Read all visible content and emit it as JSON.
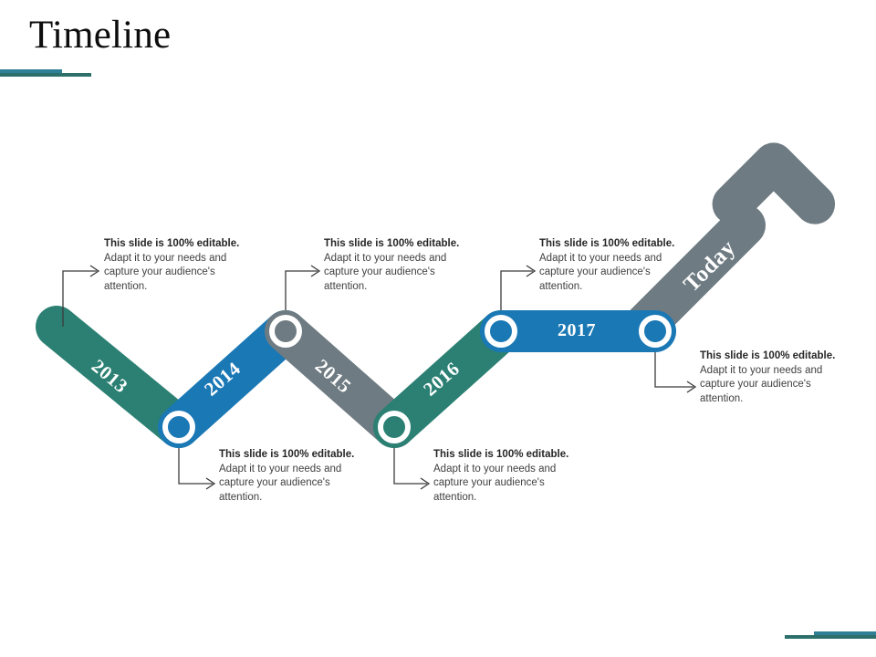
{
  "slide": {
    "title": "Timeline",
    "background": "#ffffff"
  },
  "colors": {
    "teal": "#2b8073",
    "blue": "#1a78b5",
    "gray": "#6e7b82",
    "rule_blue": "#2f7f96",
    "rule_teal": "#2d6f6b",
    "marker_ring": "#ffffff",
    "connector": "#3b3b3b",
    "body_text": "#404040",
    "bold_text": "#262626"
  },
  "timeline": {
    "segments": [
      {
        "year": "2013",
        "color_key": "teal",
        "direction": "descending"
      },
      {
        "year": "2014",
        "color_key": "blue",
        "direction": "ascending"
      },
      {
        "year": "2015",
        "color_key": "gray",
        "direction": "descending"
      },
      {
        "year": "2016",
        "color_key": "teal",
        "direction": "ascending"
      },
      {
        "year": "2017",
        "color_key": "blue",
        "direction": "horizontal"
      }
    ],
    "arrow_label": "Today",
    "arrow_color_key": "gray",
    "markers": [
      {
        "name": "marker-2013-2014",
        "color_key": "teal"
      },
      {
        "name": "marker-2014-2015",
        "color_key": "blue"
      },
      {
        "name": "marker-2015-2016",
        "color_key": "gray"
      },
      {
        "name": "marker-2016-2017",
        "color_key": "teal"
      },
      {
        "name": "marker-2017-today",
        "color_key": "blue"
      }
    ]
  },
  "callouts": [
    {
      "id": "callout-1",
      "bold": "This slide is 100% editable.",
      "rest": " Adapt it to your needs and capture your audience's attention."
    },
    {
      "id": "callout-2",
      "bold": "This slide is 100% editable.",
      "rest": " Adapt it to your needs and capture your audience's attention."
    },
    {
      "id": "callout-3",
      "bold": "This slide is 100% editable.",
      "rest": " Adapt it to your needs and capture your audience's attention."
    },
    {
      "id": "callout-4",
      "bold": "This slide is 100% editable.",
      "rest": " Adapt it to your needs and capture your audience's attention."
    },
    {
      "id": "callout-5",
      "bold": "This slide is 100% editable.",
      "rest": " Adapt it to your needs and capture your audience's attention."
    },
    {
      "id": "callout-6",
      "bold": "This slide is 100% editable.",
      "rest": " Adapt it to your needs and capture your audience's attention."
    }
  ]
}
